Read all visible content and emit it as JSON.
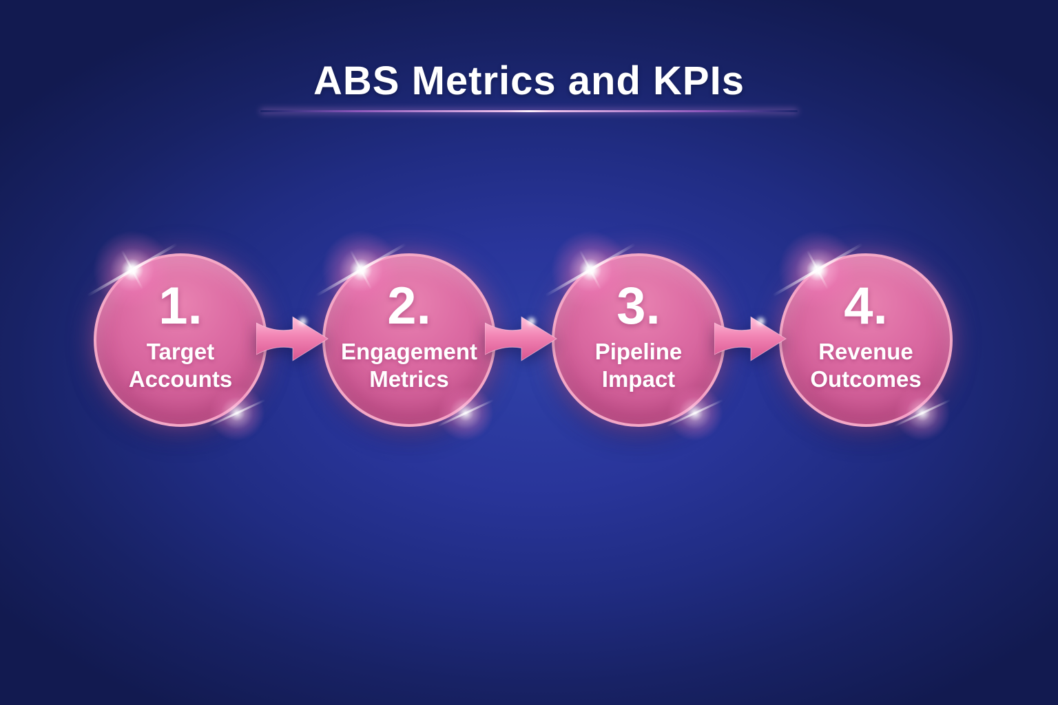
{
  "title": "ABS Metrics and KPIs",
  "flow": {
    "steps": [
      {
        "number": "1.",
        "label": "Target\nAccounts"
      },
      {
        "number": "2.",
        "label": "Engagement\nMetrics"
      },
      {
        "number": "3.",
        "label": "Pipeline\nImpact"
      },
      {
        "number": "4.",
        "label": "Revenue\nOutcomes"
      }
    ]
  },
  "colors": {
    "background_center": "#2f40a6",
    "background_edge": "#121a50",
    "circle_fill": "#d8639a",
    "circle_rim": "#f4a8c6",
    "arrow_pink": "#ef86b4",
    "text": "#ffffff",
    "underline_glow": "#eec2ec"
  }
}
